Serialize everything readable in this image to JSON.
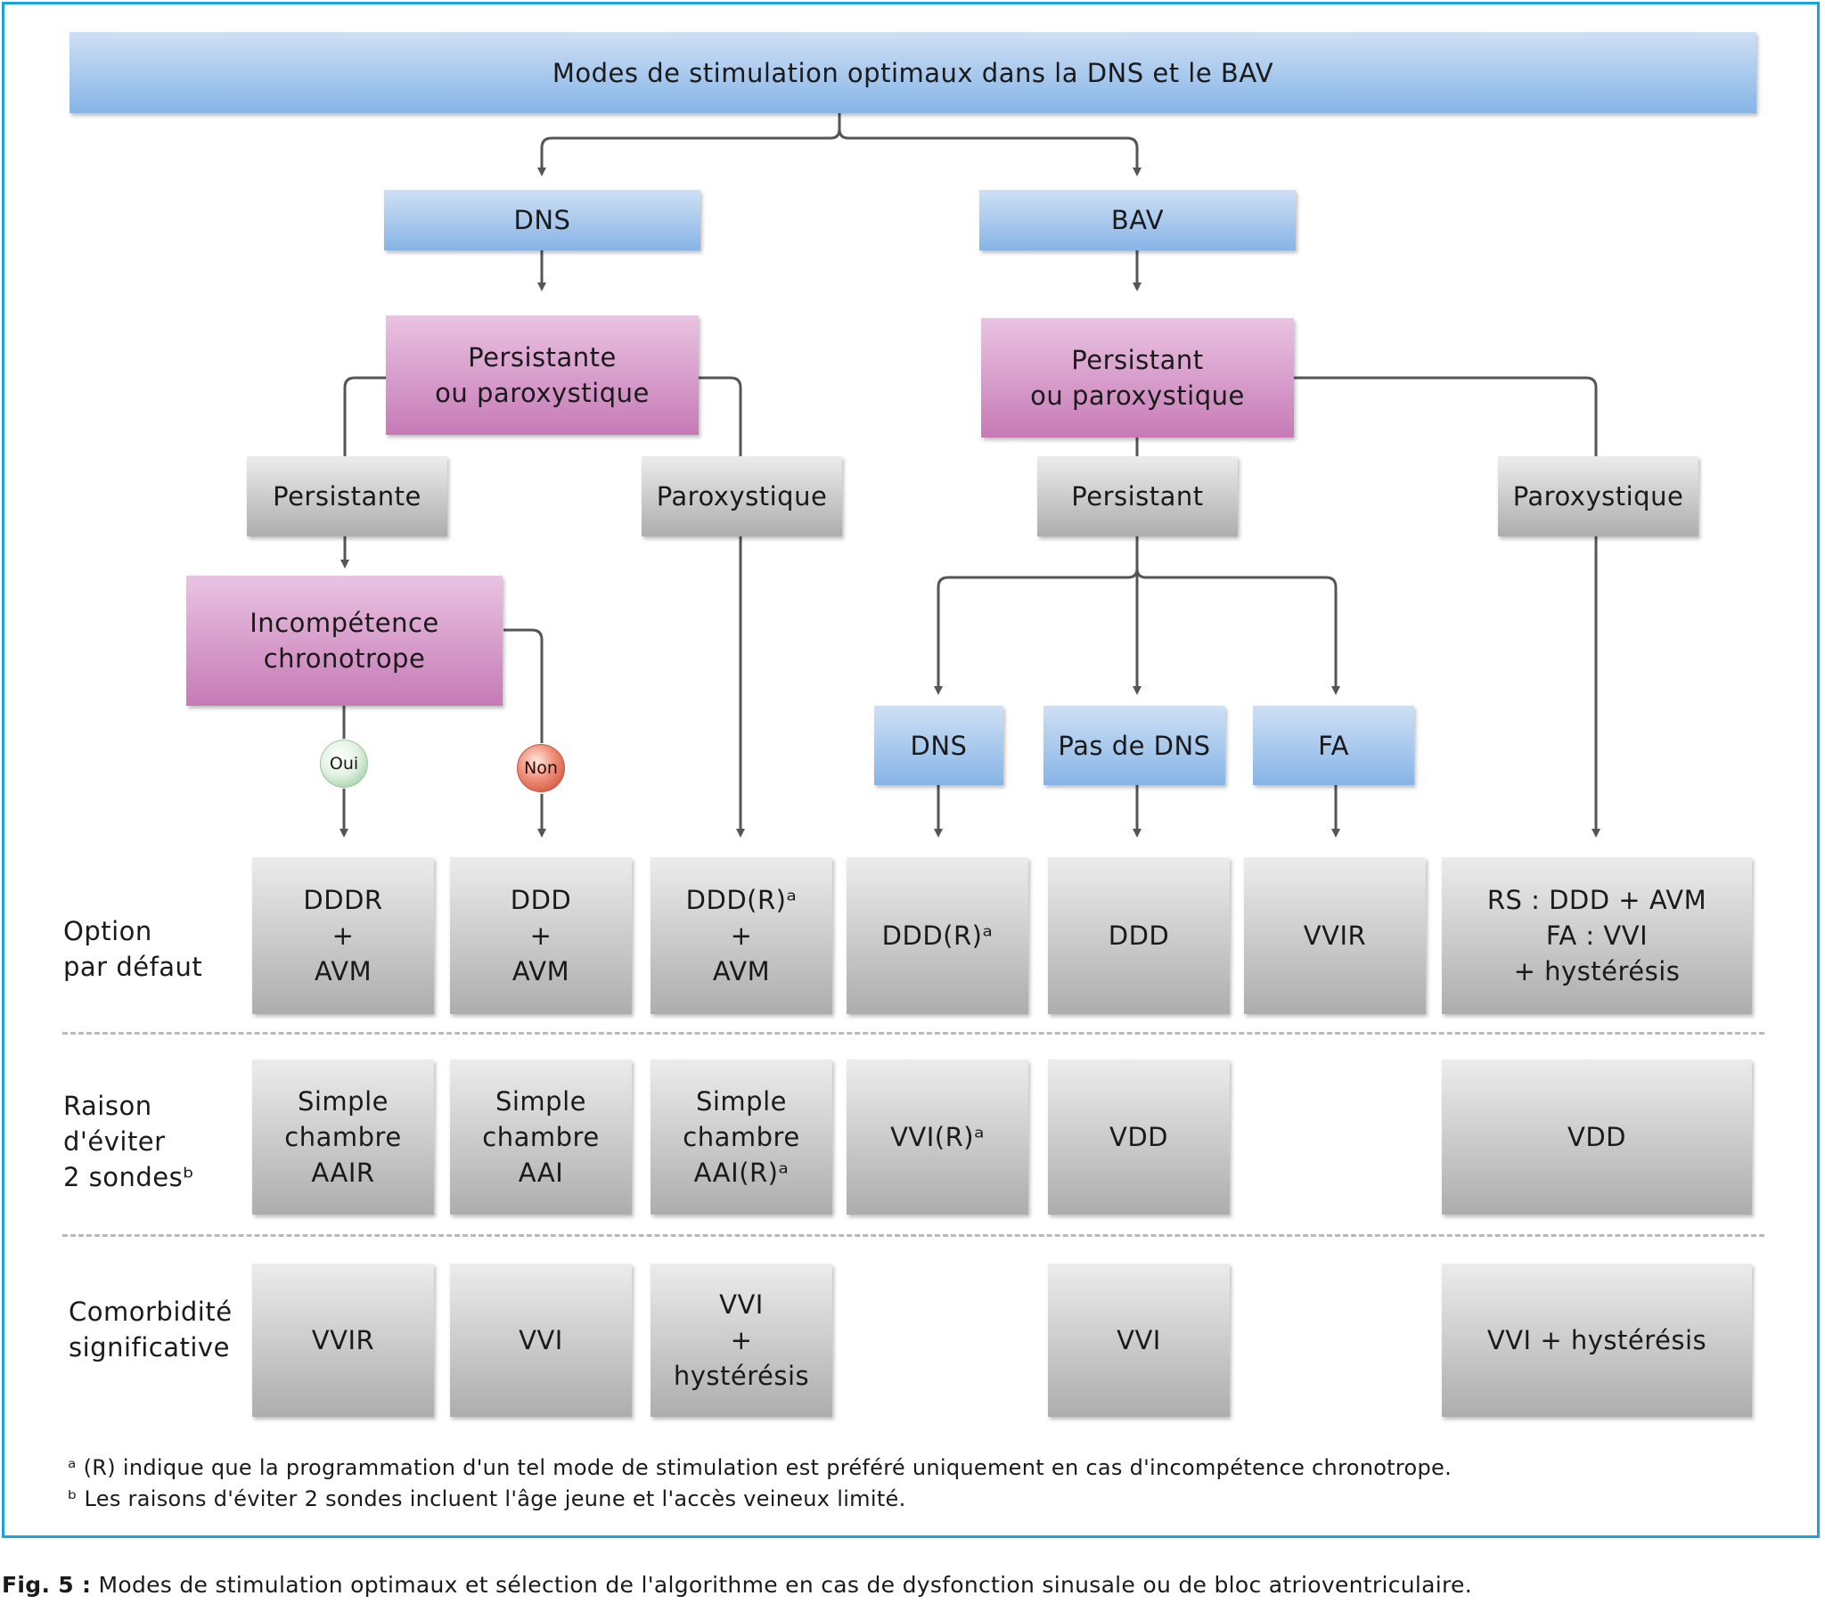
{
  "title": "Modes de stimulation optimaux dans la DNS et le BAV",
  "branches": {
    "dns": "DNS",
    "bav": "BAV",
    "dns_type": "Persistante\nou paroxystique",
    "bav_type": "Persistant\nou paroxystique",
    "dns_persistante": "Persistante",
    "dns_paroxystique": "Paroxystique",
    "bav_persistant": "Persistant",
    "bav_paroxystique": "Paroxystique",
    "incompetence": "Incompétence\nchronotrope",
    "oui": "Oui",
    "non": "Non",
    "sub_dns": "DNS",
    "sub_pas_dns": "Pas de DNS",
    "sub_fa": "FA"
  },
  "row_labels": {
    "option": "Option\npar défaut",
    "raison": "Raison\nd'éviter\n2 sondesᵇ",
    "comorbidite": "Comorbidité\nsignificative"
  },
  "options": {
    "c1": "DDDR\n+\nAVM",
    "c2": "DDD\n+\nAVM",
    "c3": "DDD(R)ᵃ\n+\nAVM",
    "c4": "DDD(R)ᵃ",
    "c5": "DDD",
    "c6": "VVIR",
    "c7": "RS : DDD + AVM\nFA : VVI\n+ hystérésis"
  },
  "raison": {
    "c1": "Simple\nchambre\nAAIR",
    "c2": "Simple\nchambre\nAAI",
    "c3": "Simple\nchambre\nAAI(R)ᵃ",
    "c4": "VVI(R)ᵃ",
    "c5": "VDD",
    "c7": "VDD"
  },
  "comorbidite": {
    "c1": "VVIR",
    "c2": "VVI",
    "c3": "VVI\n+\nhystérésis",
    "c5": "VVI",
    "c7": "VVI + hystérésis"
  },
  "footnotes": {
    "a": "ᵃ (R) indique que la programmation d'un tel mode de stimulation est préféré uniquement en cas d'incompétence chronotrope.",
    "b": "ᵇ Les raisons d'éviter 2 sondes incluent l'âge jeune et l'accès veineux limité."
  },
  "caption": {
    "label": "Fig. 5 :",
    "text": " Modes de stimulation optimaux et sélection de l'algorithme en cas de dysfonction sinusale ou de bloc atrioventriculaire."
  },
  "colors": {
    "border": "#1ba3dd",
    "blue": "#86b4e6",
    "pink": "#c67ab6",
    "gray": "#adadad",
    "connector": "#555555"
  }
}
